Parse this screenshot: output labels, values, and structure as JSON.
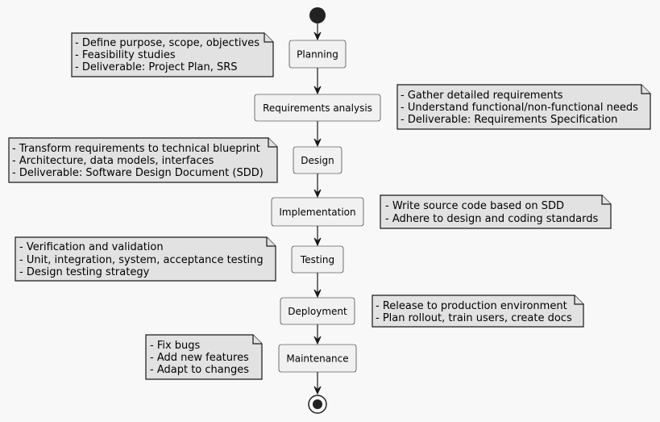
{
  "activities": [
    {
      "id": "planning",
      "label": "Planning"
    },
    {
      "id": "requirements",
      "label": "Requirements analysis"
    },
    {
      "id": "design",
      "label": "Design"
    },
    {
      "id": "implementation",
      "label": "Implementation"
    },
    {
      "id": "testing",
      "label": "Testing"
    },
    {
      "id": "deployment",
      "label": "Deployment"
    },
    {
      "id": "maintenance",
      "label": "Maintenance"
    }
  ],
  "notes": [
    {
      "for": "planning",
      "lines": [
        "- Define purpose, scope, objectives",
        "- Feasibility studies",
        "- Deliverable: Project Plan, SRS"
      ]
    },
    {
      "for": "requirements",
      "lines": [
        "- Gather detailed requirements",
        "- Understand functional/non-functional needs",
        "- Deliverable: Requirements Specification"
      ]
    },
    {
      "for": "design",
      "lines": [
        "- Transform requirements to technical blueprint",
        "- Architecture, data models, interfaces",
        "- Deliverable: Software Design Document (SDD)"
      ]
    },
    {
      "for": "implementation",
      "lines": [
        "- Write source code based on SDD",
        "- Adhere to design and coding standards"
      ]
    },
    {
      "for": "testing",
      "lines": [
        "- Verification and validation",
        "- Unit, integration, system, acceptance testing",
        "- Design testing strategy"
      ]
    },
    {
      "for": "deployment",
      "lines": [
        "- Release to production environment",
        "- Plan rollout, train users, create docs"
      ]
    },
    {
      "for": "maintenance",
      "lines": [
        "- Fix bugs",
        "- Add new features",
        "- Adapt to changes"
      ]
    }
  ]
}
